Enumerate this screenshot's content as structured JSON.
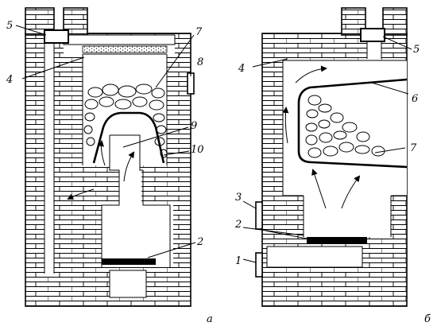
{
  "figure": {
    "panels": [
      {
        "letter": "а",
        "callouts": [
          "5",
          "4",
          "7",
          "8",
          "9",
          "10",
          "2"
        ]
      },
      {
        "letter": "б",
        "callouts": [
          "4",
          "5",
          "6",
          "7",
          "3",
          "2",
          "1"
        ]
      }
    ]
  }
}
